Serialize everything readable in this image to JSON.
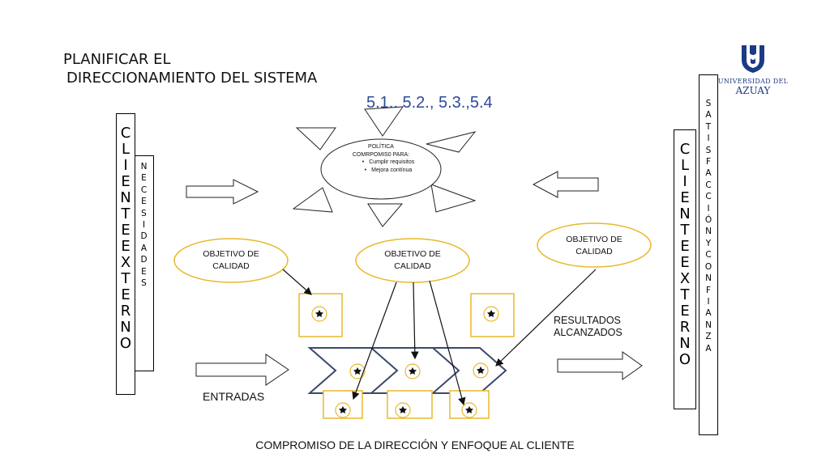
{
  "title": {
    "line1": "PLANIFICAR EL",
    "line2": "DIRECCIONAMIENTO DEL SISTEMA"
  },
  "clauses": "5.1., 5.2., 5.3.,5.4",
  "policy": {
    "heading": "POLÍTICA",
    "subheading": "COMRPOMIS0 PARA:",
    "items": [
      "Cumplir requisitos",
      "Mejora contínua"
    ]
  },
  "left_boxes": {
    "cliente_externo": [
      "C",
      "L",
      "I",
      "E",
      "N",
      "T",
      "E",
      "E",
      "X",
      "T",
      "E",
      "R",
      "N",
      "O"
    ],
    "necesidades": [
      "N",
      "E",
      "C",
      "E",
      "S",
      "I",
      "D",
      "A",
      "D",
      "E",
      "S"
    ]
  },
  "right_boxes": {
    "cliente_externo": [
      "C",
      "L",
      "I",
      "E",
      "N",
      "T",
      "E",
      "E",
      "X",
      "T",
      "E",
      "R",
      "N",
      "O"
    ],
    "satisfaccion": [
      "S",
      "A",
      "T",
      "I",
      "S",
      "F",
      "A",
      "C",
      "C",
      "I",
      "Ó",
      "N",
      "Y",
      "C",
      "O",
      "N",
      "F",
      "I",
      "A",
      "N",
      "Z",
      "A"
    ]
  },
  "objectives": [
    {
      "line1": "OBJETIVO DE",
      "line2": "CALIDAD"
    },
    {
      "line1": "OBJETIVO DE",
      "line2": "CALIDAD"
    },
    {
      "line1": "OBJETIVO DE",
      "line2": "CALIDAD"
    }
  ],
  "labels": {
    "results_1": "RESULTADOS",
    "results_2": "ALCANZADOS",
    "inputs": "ENTRADAS",
    "bottom": "COMPROMISO DE LA DIRECCIÓN Y ENFOQUE AL CLIENTE"
  },
  "logo": {
    "name_1": "UNIVERSIDAD DEL",
    "name_2": "AZUAY"
  },
  "colors": {
    "accent_blue": "#2e4a9a",
    "gold": "#e8b92a",
    "chevron_border": "#3a4a6b",
    "logo_blue": "#1c3b84"
  }
}
